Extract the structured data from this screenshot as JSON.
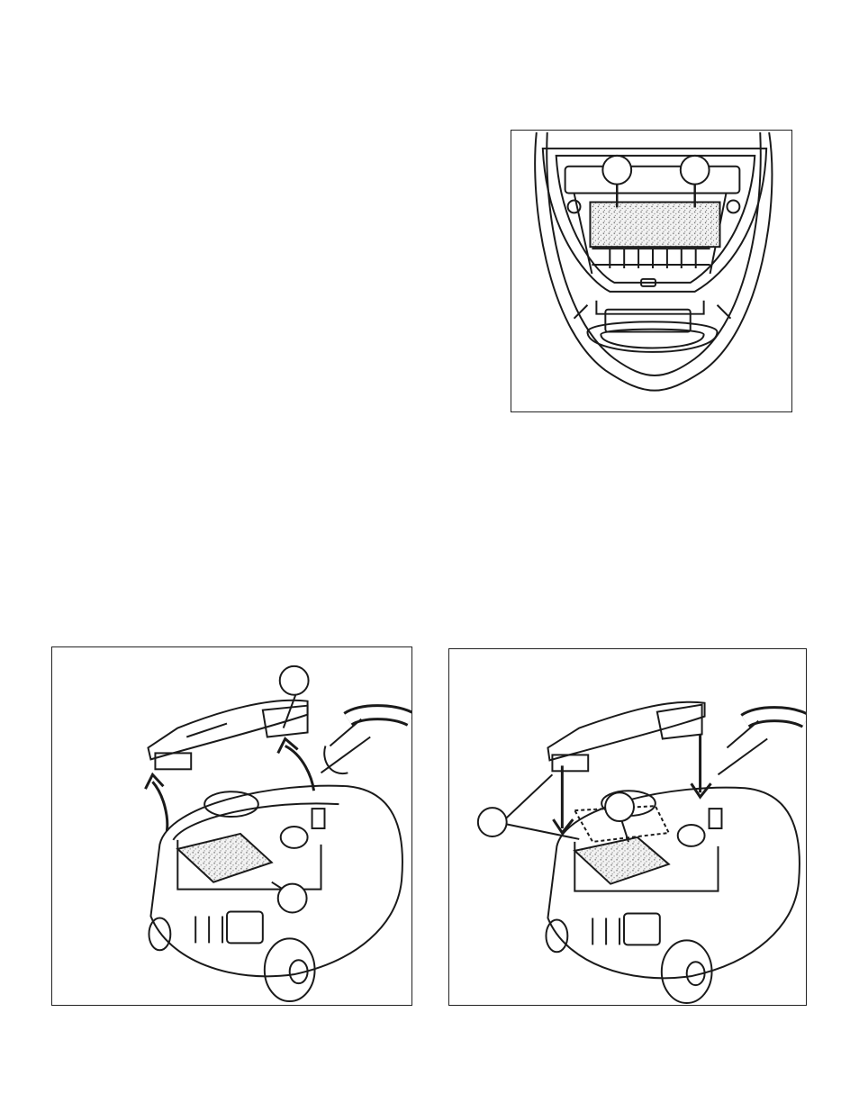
{
  "page": {
    "background": "#ffffff",
    "line_color": "#1a1a1a",
    "figures": [
      {
        "id": "fig-top",
        "subject": "filter-door-open-top-view",
        "callouts": [
          "",
          ""
        ]
      },
      {
        "id": "fig-left",
        "subject": "lift-lid-remove-filter",
        "callouts": [
          "",
          ""
        ]
      },
      {
        "id": "fig-right",
        "subject": "insert-new-filter",
        "callouts": [
          "",
          ""
        ]
      }
    ]
  }
}
